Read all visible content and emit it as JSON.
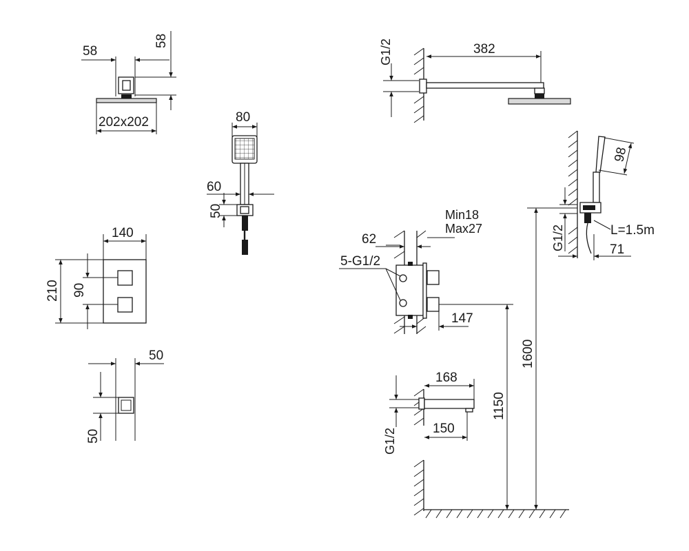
{
  "labels": {
    "rain_w": "58",
    "rain_h": "58",
    "rain_size": "202x202",
    "hand_w": "80",
    "hand_bracket": "60",
    "hand_outlet": "50",
    "valve_w": "140",
    "valve_h": "210",
    "valve_pitch": "90",
    "outlet_w": "50",
    "outlet_h": "50",
    "arm_thread": "G1/2",
    "arm_len": "382",
    "hand_head": "98",
    "hose_thread": "G1/2",
    "hose_len": "L=1.5m",
    "hose_proj": "71",
    "depth_min": "Min18",
    "depth_max": "Max27",
    "box_depth": "62",
    "valve_ports": "5-G1/2",
    "valve_proj": "147",
    "spout_thread": "G1/2",
    "spout_len": "168",
    "spout_reach": "150",
    "h_valve": "1150",
    "h_arm": "1600"
  }
}
